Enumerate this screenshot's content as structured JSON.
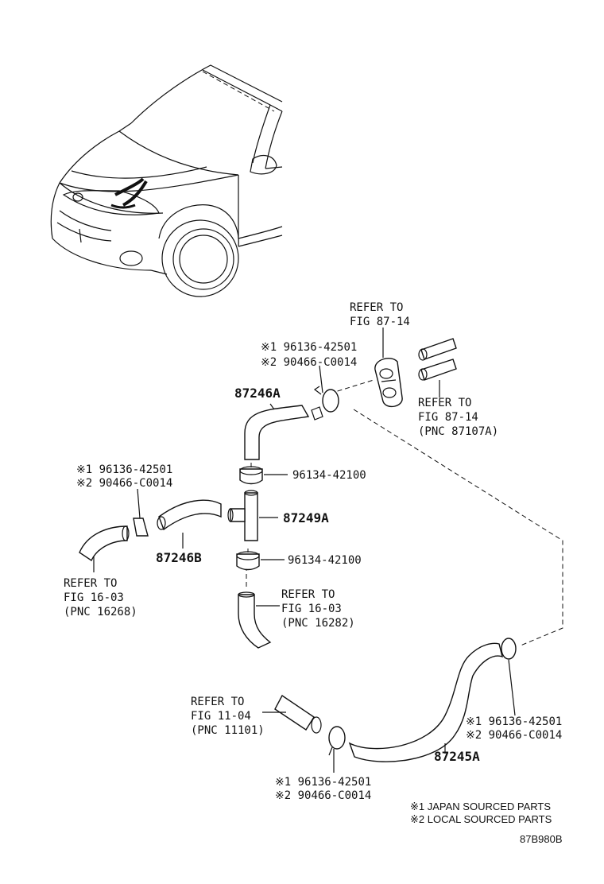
{
  "refs": {
    "fig_87_14_top": [
      "REFER TO",
      "FIG 87-14"
    ],
    "fig_87_14_right": [
      "REFER TO",
      "FIG 87-14",
      "(PNC 87107A)"
    ],
    "fig_16_03_left": [
      "REFER TO",
      "FIG 16-03",
      "(PNC 16268)"
    ],
    "fig_16_03_mid": [
      "REFER TO",
      "FIG 16-03",
      "(PNC 16282)"
    ],
    "fig_11_04": [
      "REFER TO",
      "FIG 11-04",
      "(PNC 11101)"
    ]
  },
  "clamp_codes": {
    "top": [
      "※1 96136-42501",
      "※2 90466-C0014"
    ],
    "left": [
      "※1 96136-42501",
      "※2 90466-C0014"
    ],
    "right": [
      "※1 96136-42501",
      "※2 90466-C0014"
    ],
    "bottom": [
      "※1 96136-42501",
      "※2 90466-C0014"
    ]
  },
  "parts": {
    "hose_87246A": "87246A",
    "hose_87246B": "87246B",
    "joint_87249A": "87249A",
    "hose_87245A": "87245A",
    "clip_upper": "96134-42100",
    "clip_lower": "96134-42100"
  },
  "legend": [
    "※1 JAPAN SOURCED PARTS",
    "※2 LOCAL SOURCED PARTS"
  ],
  "diagram_code": "87B980B"
}
